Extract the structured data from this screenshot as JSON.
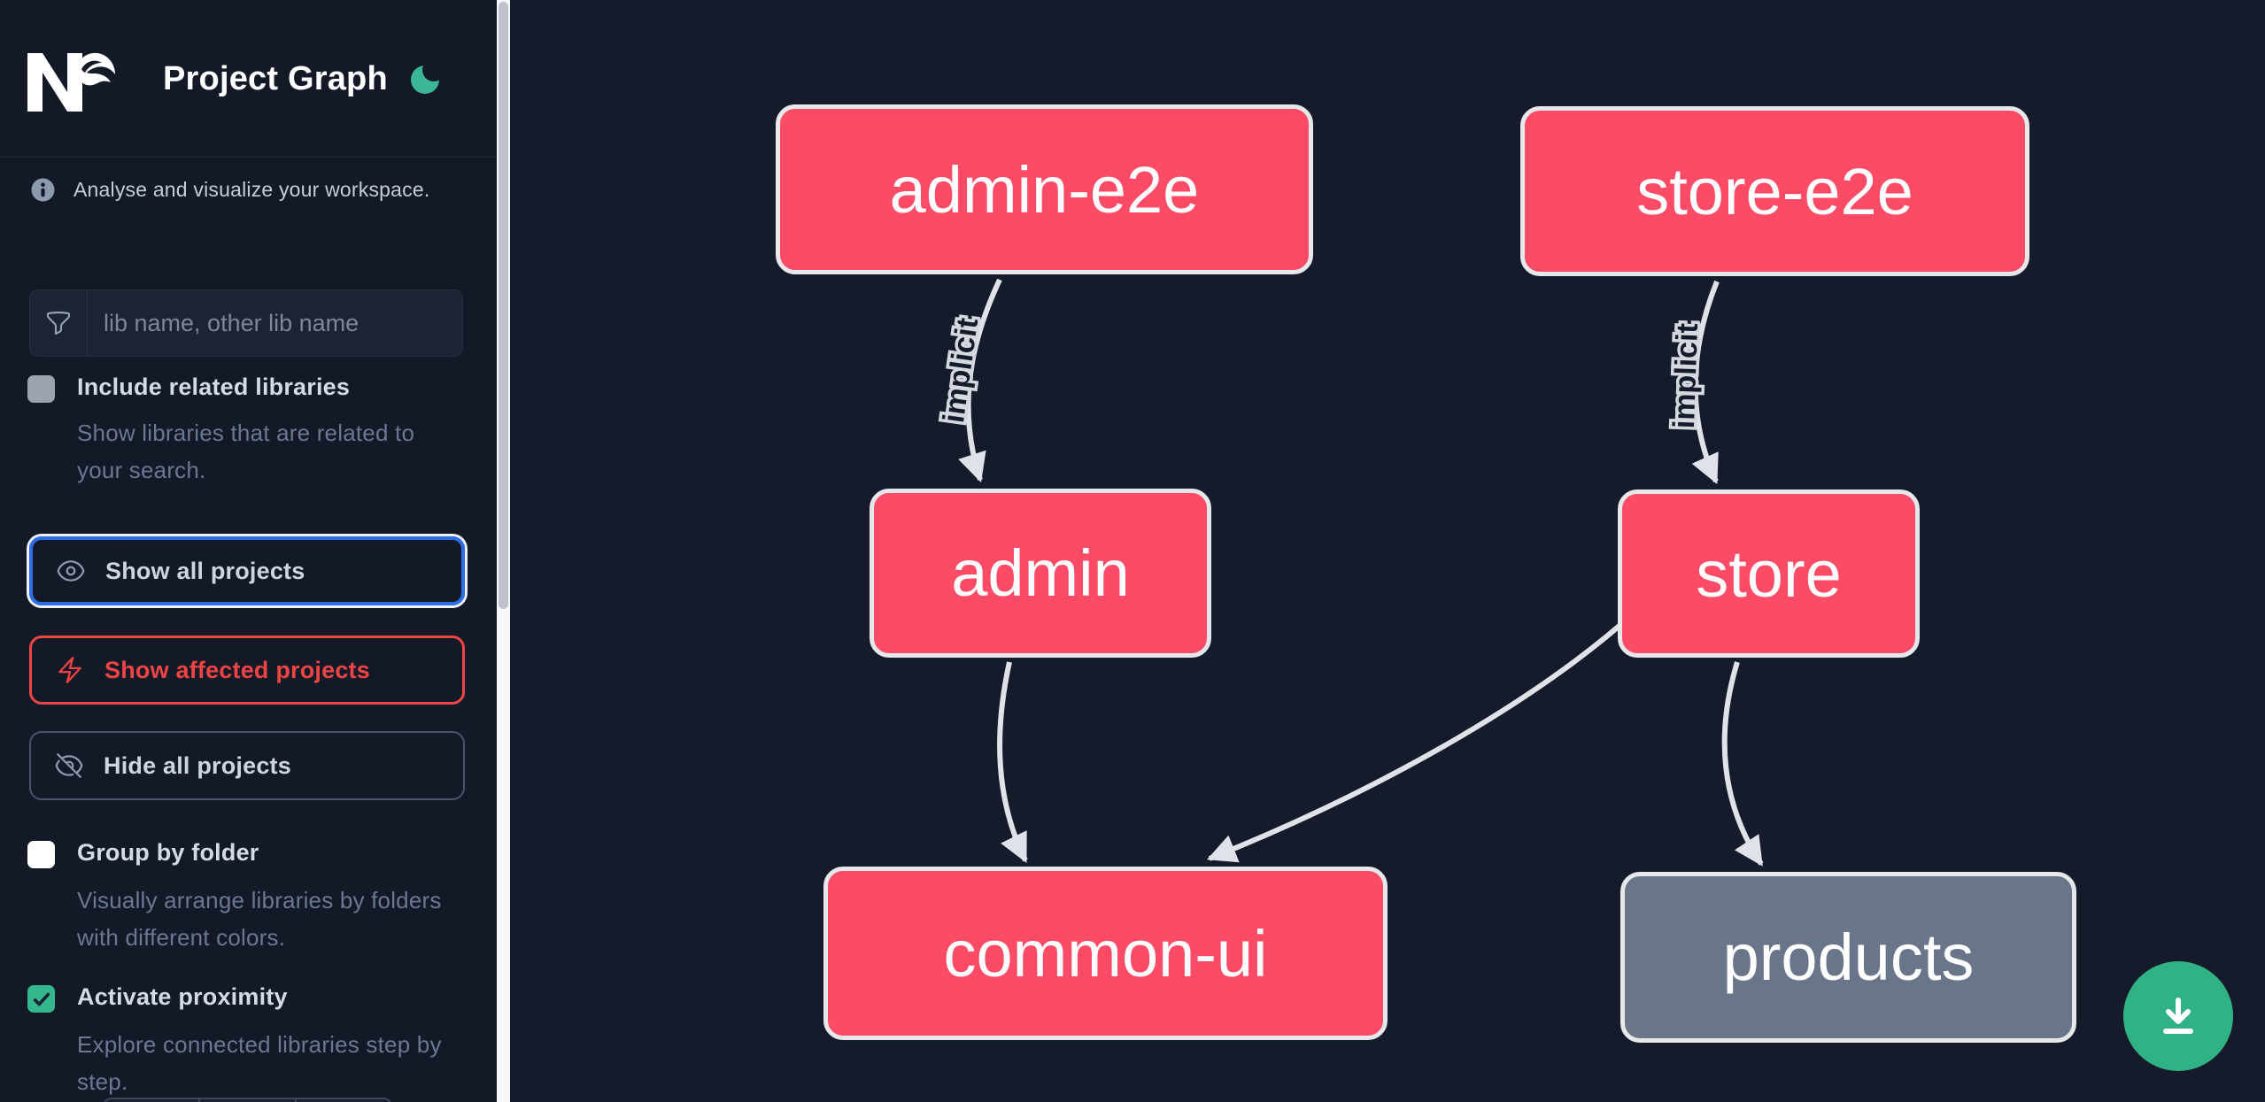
{
  "header": {
    "title": "Project Graph",
    "logo": "nx-logo",
    "theme_icon": "moon-icon"
  },
  "sidebar": {
    "info_text": "Analyse and visualize your workspace.",
    "search": {
      "placeholder": "lib name, other lib name",
      "value": ""
    },
    "toggles": [
      {
        "label": "Include related libraries",
        "description": "Show libraries that are related to your search.",
        "checked": false
      },
      {
        "label": "Group by folder",
        "description": "Visually arrange libraries by folders with different colors.",
        "checked": false
      },
      {
        "label": "Activate proximity",
        "description": "Explore connected libraries step by step.",
        "checked": true
      }
    ],
    "buttons": [
      {
        "label": "Show all projects",
        "icon": "eye-icon"
      },
      {
        "label": "Show affected projects",
        "icon": "bolt-icon"
      },
      {
        "label": "Hide all projects",
        "icon": "eye-slash-icon"
      }
    ]
  },
  "graph": {
    "nodes": [
      {
        "id": "admin-e2e",
        "label": "admin-e2e",
        "type": "app"
      },
      {
        "id": "store-e2e",
        "label": "store-e2e",
        "type": "app"
      },
      {
        "id": "admin",
        "label": "admin",
        "type": "app"
      },
      {
        "id": "store",
        "label": "store",
        "type": "app"
      },
      {
        "id": "common-ui",
        "label": "common-ui",
        "type": "app"
      },
      {
        "id": "products",
        "label": "products",
        "type": "lib"
      }
    ],
    "edges": [
      {
        "source": "admin-e2e",
        "target": "admin",
        "label": "implicit"
      },
      {
        "source": "store-e2e",
        "target": "store",
        "label": "implicit"
      },
      {
        "source": "admin",
        "target": "common-ui",
        "label": ""
      },
      {
        "source": "store",
        "target": "common-ui",
        "label": ""
      },
      {
        "source": "store",
        "target": "products",
        "label": ""
      }
    ]
  },
  "fab": {
    "icon": "download-icon"
  },
  "colors": {
    "app_node": "#fb4b67",
    "lib_node": "#697588",
    "node_border": "#e6e8ec",
    "edge": "#dfe3e9",
    "accent_green": "#35b78e",
    "accent_red": "#ef4444",
    "accent_blue": "#2f6de8",
    "background": "#151b2a"
  }
}
